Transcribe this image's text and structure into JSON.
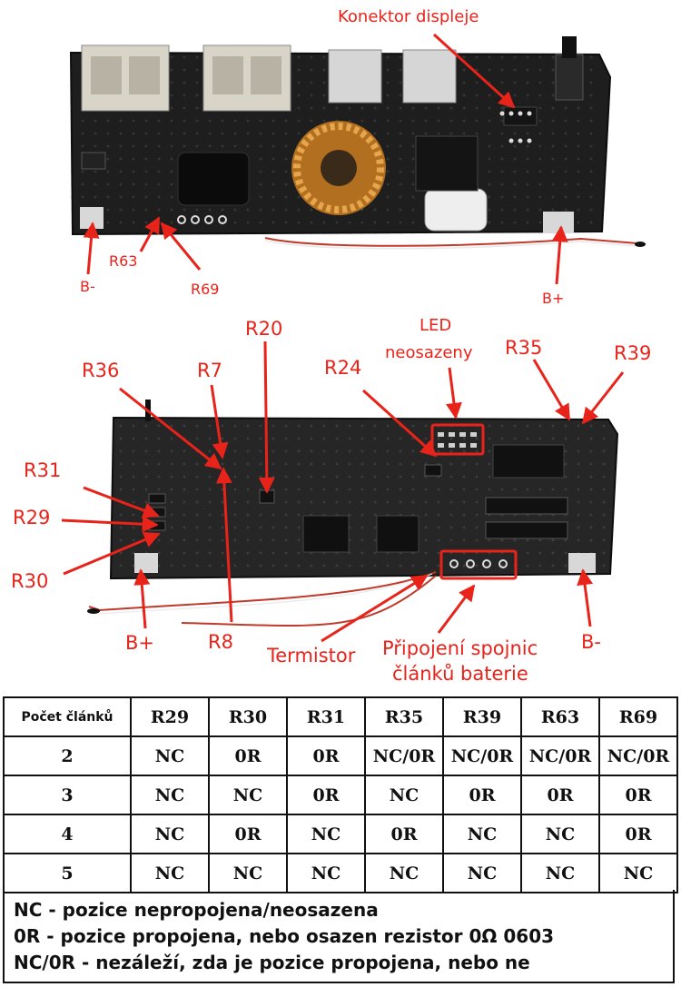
{
  "labels": {
    "konektor": "Konektor displeje",
    "b_minus_top": "B-",
    "r63": "R63",
    "r69": "R69",
    "b_plus_top": "B+",
    "r20": "R20",
    "led1": "LED",
    "led2": "neosazeny",
    "r35": "R35",
    "r39": "R39",
    "r36": "R36",
    "r7": "R7",
    "r24": "R24",
    "r31": "R31",
    "r29": "R29",
    "r30": "R30",
    "b_plus_bottom": "B+",
    "r8": "R8",
    "termistor": "Termistor",
    "pripojeni1": "Připojení spojnic",
    "pripojeni2": "článků baterie",
    "b_minus_bottom": "B-"
  },
  "table": {
    "headers": [
      "Počet článků",
      "R29",
      "R30",
      "R31",
      "R35",
      "R39",
      "R63",
      "R69"
    ],
    "rows": [
      [
        "2",
        "NC",
        "0R",
        "0R",
        "NC/0R",
        "NC/0R",
        "NC/0R",
        "NC/0R"
      ],
      [
        "3",
        "NC",
        "NC",
        "0R",
        "NC",
        "0R",
        "0R",
        "0R"
      ],
      [
        "4",
        "NC",
        "0R",
        "NC",
        "0R",
        "NC",
        "NC",
        "0R"
      ],
      [
        "5",
        "NC",
        "NC",
        "NC",
        "NC",
        "NC",
        "NC",
        "NC"
      ]
    ]
  },
  "legend": [
    "NC - pozice nepropojena/neosazena",
    "0R - pozice propojena, nebo osazen rezistor 0Ω 0603",
    "NC/0R - nezáleží, zda je pozice propojena, nebo ne"
  ],
  "colors": {
    "annotation": "#e8231a",
    "pcb": "#1c1c1c",
    "wire": "#c0392b"
  }
}
